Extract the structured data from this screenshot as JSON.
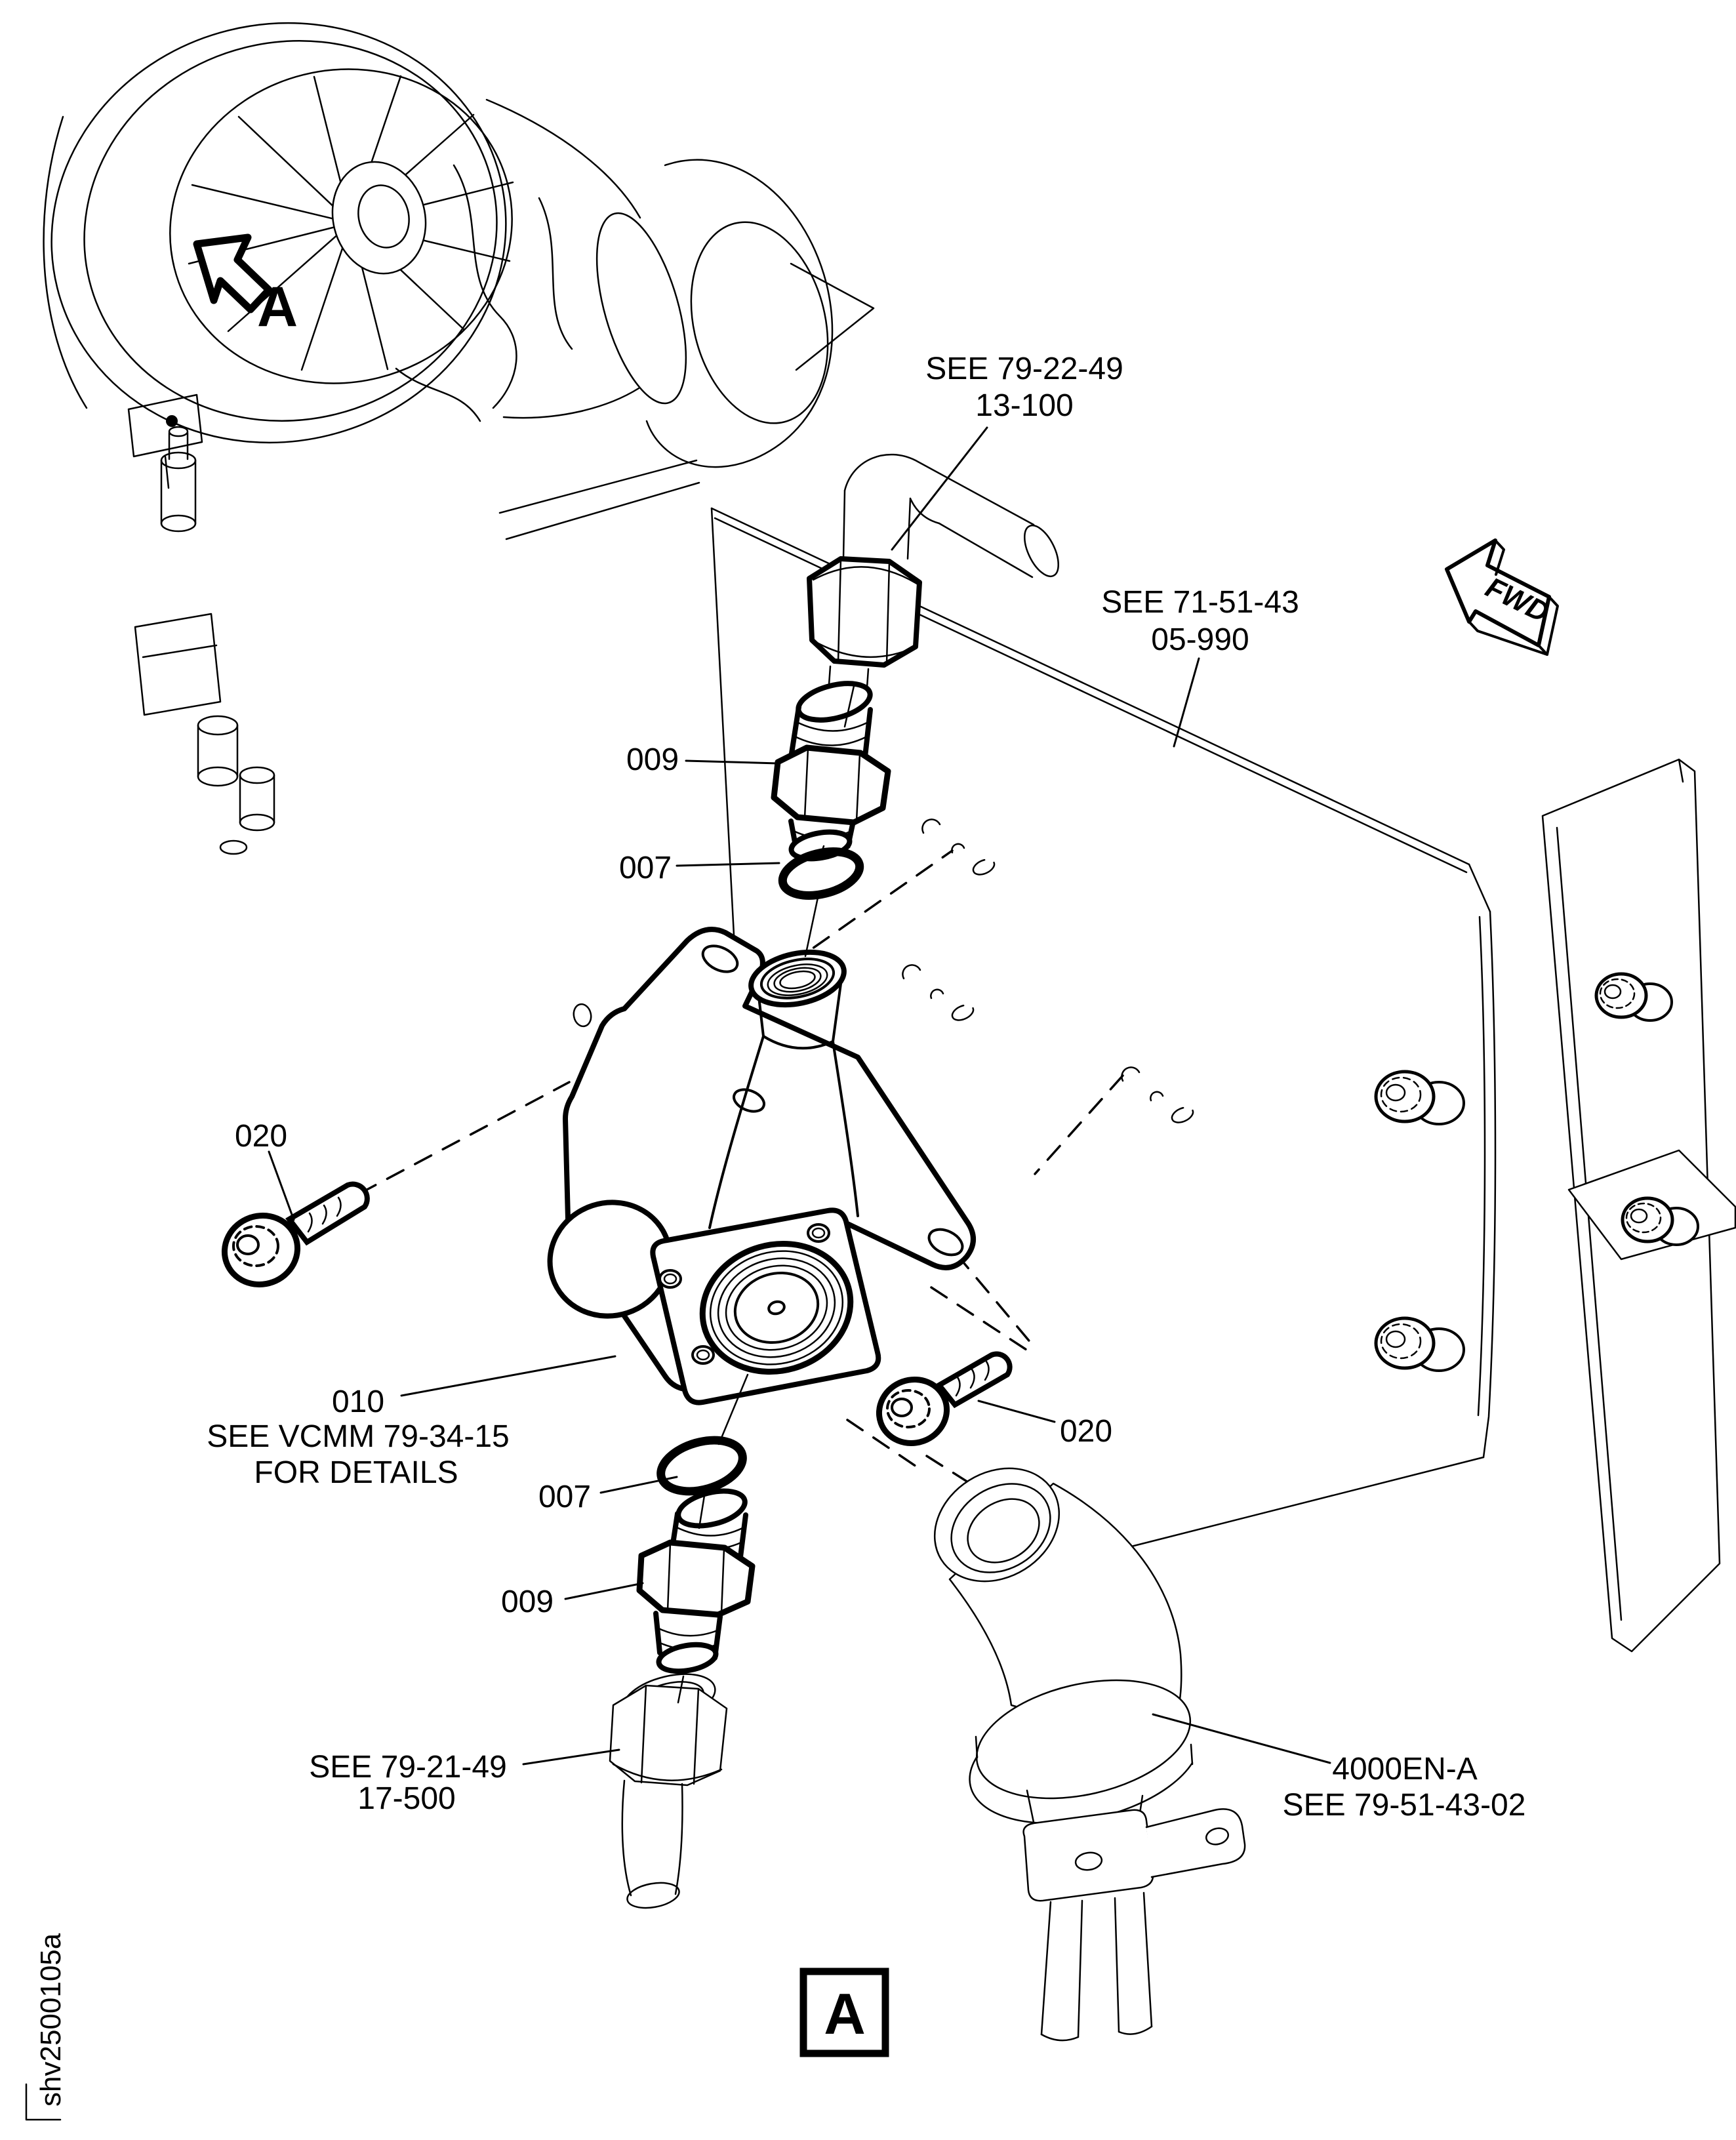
{
  "figure": {
    "type": "maintenance-manual-parts-diagram",
    "ink_color": "#000000",
    "background_color": "#ffffff"
  },
  "callouts": {
    "elbow_ref": {
      "line1": "SEE 79-22-49",
      "line2": "13-100"
    },
    "panel_ref": {
      "line1": "SEE 71-51-43",
      "line2": "05-990"
    },
    "nipple_upper": "009",
    "oring_upper": "007",
    "bolt_left": "020",
    "valve_ref": {
      "line1": "010",
      "line2": "SEE VCMM 79-34-15",
      "line3": "FOR DETAILS"
    },
    "oring_lower": "007",
    "nipple_lower": "009",
    "hose_ref": {
      "line1": "SEE 79-21-49",
      "line2": "17-500"
    },
    "bolt_right": "020",
    "duct_ref": {
      "line1": "4000EN-A",
      "line2": "SEE 79-51-43-02"
    }
  },
  "markers": {
    "fwd": "FWD",
    "view_arrow": "A",
    "detail_box": "A"
  },
  "footer": {
    "drawing_id": "shv2500105a"
  }
}
